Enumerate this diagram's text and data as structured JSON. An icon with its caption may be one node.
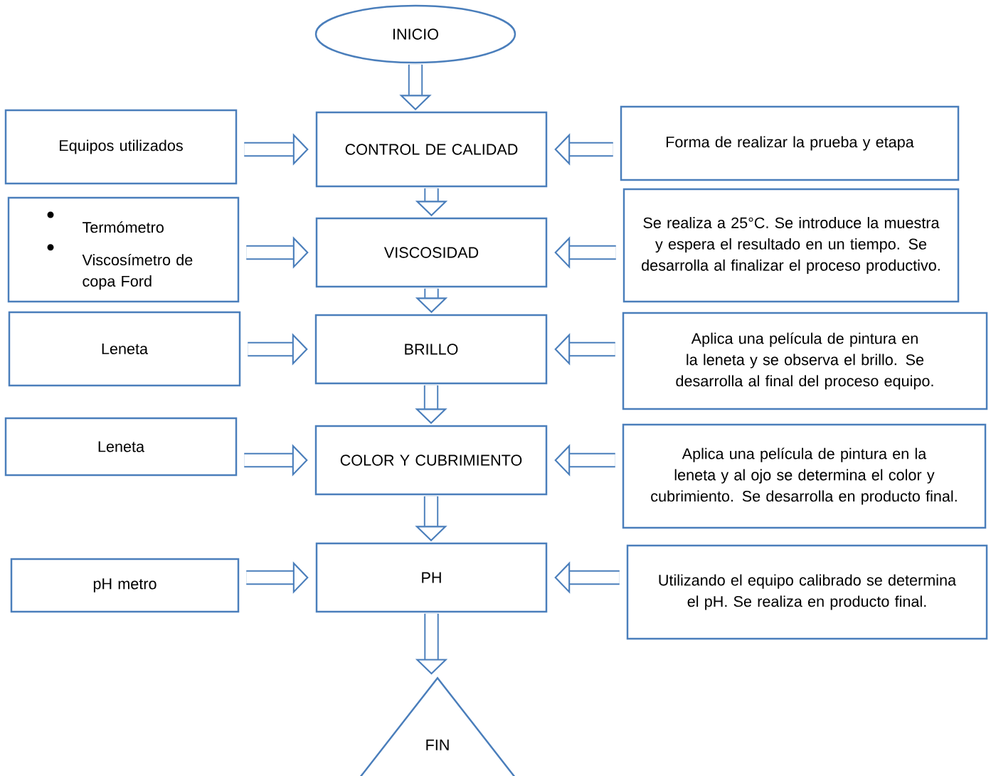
{
  "diagram": {
    "nodes": [
      {
        "text": [
          "INICIO"
        ]
      },
      {
        "text": [
          "Equipos utilizados"
        ]
      },
      {
        "text": [
          "CONTROL DE CALIDAD"
        ]
      },
      {
        "text": [
          "Forma de realizar la prueba y etapa"
        ]
      },
      {
        "text": [
          "Termómetro",
          "Viscosímetro de copa Ford"
        ]
      },
      {
        "text": [
          "VISCOSIDAD"
        ]
      },
      {
        "text": [
          "Se realiza a 25°C. Se introduce la muestra y espera el resultado en un tiempo. Se desarrolla al finalizar el proceso productivo."
        ]
      },
      {
        "text": [
          "Leneta"
        ]
      },
      {
        "text": [
          "BRILLO"
        ]
      },
      {
        "text": [
          "Aplica una película de pintura en la leneta y se observa el brillo. Se desarrolla al final del proceso equipo."
        ]
      },
      {
        "text": [
          "Leneta"
        ]
      },
      {
        "text": [
          "COLOR Y CUBRIMIENTO"
        ]
      },
      {
        "text": [
          "Aplica una película de pintura en la leneta y al ojo se determina el color y cubrimiento. Se desarrolla en producto final."
        ]
      },
      {
        "text": [
          "pH metro"
        ]
      },
      {
        "text": [
          "PH"
        ]
      },
      {
        "text": [
          "Utilizando el equipo calibrado se determina el pH. Se realiza en producto final."
        ]
      },
      {
        "text": [
          "FIN"
        ]
      }
    ],
    "edges": [
      {
        "from": 0,
        "to": 2,
        "arrow": "to"
      },
      {
        "from": 1,
        "to": 2,
        "arrow": "to"
      },
      {
        "from": 3,
        "to": 2,
        "arrow": "to"
      },
      {
        "from": 2,
        "to": 5,
        "arrow": "to"
      },
      {
        "from": 4,
        "to": 5,
        "arrow": "to"
      },
      {
        "from": 6,
        "to": 5,
        "arrow": "to"
      },
      {
        "from": 5,
        "to": 8,
        "arrow": "to"
      },
      {
        "from": 7,
        "to": 8,
        "arrow": "to"
      },
      {
        "from": 9,
        "to": 8,
        "arrow": "to"
      },
      {
        "from": 8,
        "to": 11,
        "arrow": "to"
      },
      {
        "from": 10,
        "to": 11,
        "arrow": "to"
      },
      {
        "from": 12,
        "to": 11,
        "arrow": "to"
      },
      {
        "from": 11,
        "to": 14,
        "arrow": "to"
      },
      {
        "from": 13,
        "to": 14,
        "arrow": "to"
      },
      {
        "from": 15,
        "to": 14,
        "arrow": "to"
      },
      {
        "from": 14,
        "to": 16,
        "arrow": "to"
      }
    ]
  }
}
